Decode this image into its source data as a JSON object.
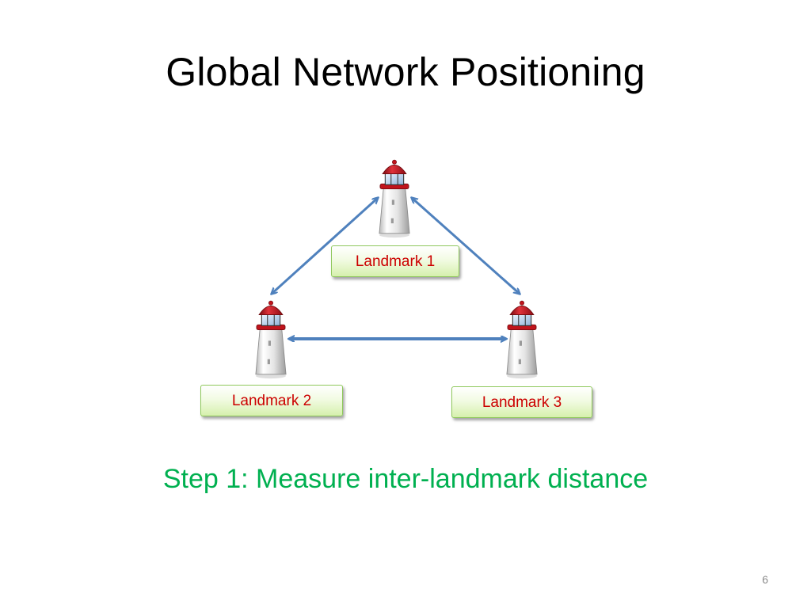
{
  "slide": {
    "title": "Global Network Positioning",
    "step_text": "Step 1: Measure inter-landmark distance",
    "page_number": "6"
  },
  "diagram": {
    "landmarks": [
      {
        "label": "Landmark 1",
        "icon": "lighthouse-icon"
      },
      {
        "label": "Landmark 2",
        "icon": "lighthouse-icon"
      },
      {
        "label": "Landmark 3",
        "icon": "lighthouse-icon"
      }
    ],
    "connections": [
      {
        "from": "Landmark 1",
        "to": "Landmark 2",
        "arrows": "both"
      },
      {
        "from": "Landmark 1",
        "to": "Landmark 3",
        "arrows": "both"
      },
      {
        "from": "Landmark 2",
        "to": "Landmark 3",
        "arrows": "both"
      }
    ],
    "colors": {
      "arrow": "#4f81bd",
      "label_text": "#cc0000",
      "label_fill": "#d6f0ad",
      "label_border": "#8fc85c",
      "step_text": "#00b050",
      "lighthouse_roof": "#c0141c"
    }
  }
}
